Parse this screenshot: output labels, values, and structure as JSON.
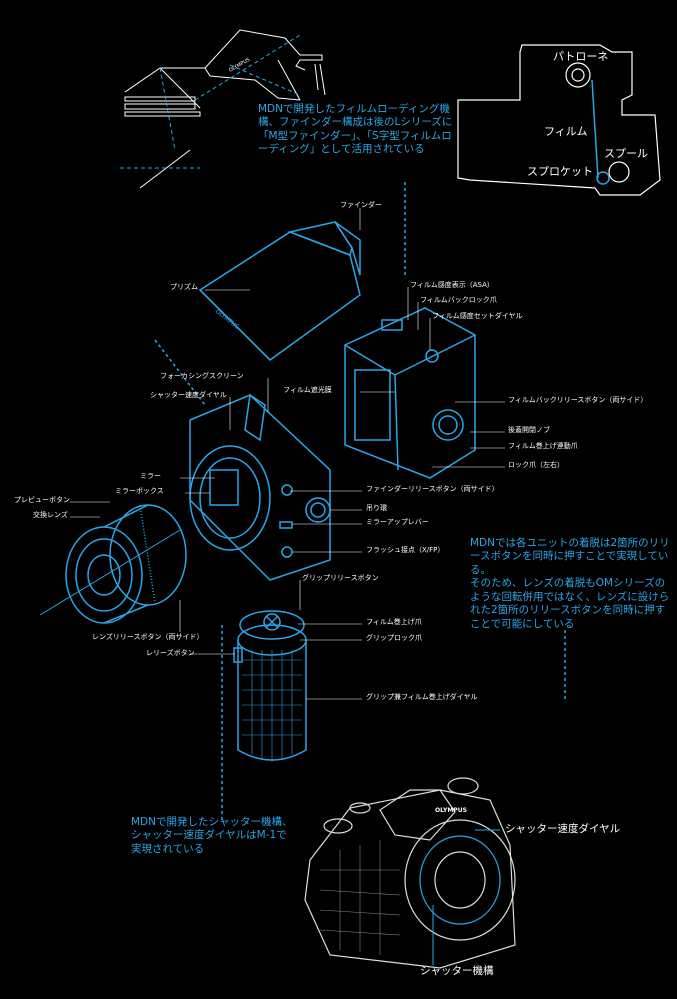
{
  "notes": {
    "finder": "MDNで開発したフィルムローディング機構、ファインダー構成は後のLシリーズに「M型ファインダー」、「S字型フィルムローディング」として活用されている",
    "release": "MDNでは各ユニットの着脱は2箇所のリリースボタンを同時に押すことで実現している。\nそのため、レンズの着脱もOMシリーズのような回転併用ではなく、レンズに設けられた2箇所のリリースボタンを同時に押すことで可能にしている",
    "shutter": "MDNで開発したシャッター機構、シャッター速度ダイヤルはM-1で実現されている"
  },
  "film_diagram": {
    "patrone": "パトローネ",
    "film": "フィルム",
    "spool": "スプール",
    "sprocket": "スプロケット"
  },
  "parts": {
    "finder": "ファインダー",
    "prism": "プリズム",
    "focusing_screen": "フォーカシングスクリーン",
    "shutter_speed_dial": "シャッター速度ダイヤル",
    "mirror": "ミラー",
    "mirror_box": "ミラーボックス",
    "preview_button": "プレビューボタン",
    "lens": "交換レンズ",
    "lens_release": "レンズリリースボタン（両サイド）",
    "release_button": "レリーズボタン",
    "film_speed": "フィルム感度表示（ASA）",
    "back_lock_claw": "フィルムバックロック爪",
    "film_speed_dial": "フィルム感度セットダイヤル",
    "film_shade": "フィルム遮光膜",
    "back_release": "フィルムバックリリースボタン（両サイド）",
    "back_open_knob": "後蓋開閉ノブ",
    "winding_claw": "フィルム巻上げ連動爪",
    "lock_claw": "ロック爪（左右）",
    "finder_release": "ファインダーリリースボタン（両サイド）",
    "strap_lug": "吊り環",
    "mirror_up": "ミラーアップレバー",
    "flash": "フラッシュ接点（X/FP）",
    "grip_release": "グリップリリースボタン",
    "film_wind_claw": "フィルム巻上げ爪",
    "grip_lock": "グリップロック爪",
    "grip_dial": "グリップ兼フィルム巻上げダイヤル"
  },
  "photo": {
    "brand": "OLYMPUS",
    "shutter_dial": "シャッター速度ダイヤル",
    "shutter_mech": "シャッター機構"
  },
  "colors": {
    "accent": "#2ba6e6",
    "background": "#000000",
    "line": "#ffffff"
  }
}
